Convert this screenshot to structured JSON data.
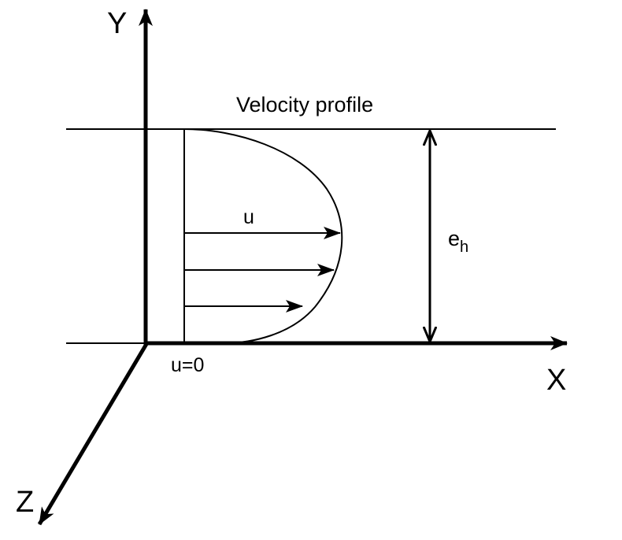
{
  "diagram": {
    "axes": {
      "y_label": "Y",
      "x_label": "X",
      "z_label": "Z"
    },
    "title": "Velocity profile",
    "velocity_label": "u",
    "wall_label": "u=0",
    "height_label": {
      "base": "e",
      "subscript": "h"
    },
    "colors": {
      "ink": "#000000",
      "background": "#ffffff"
    }
  }
}
